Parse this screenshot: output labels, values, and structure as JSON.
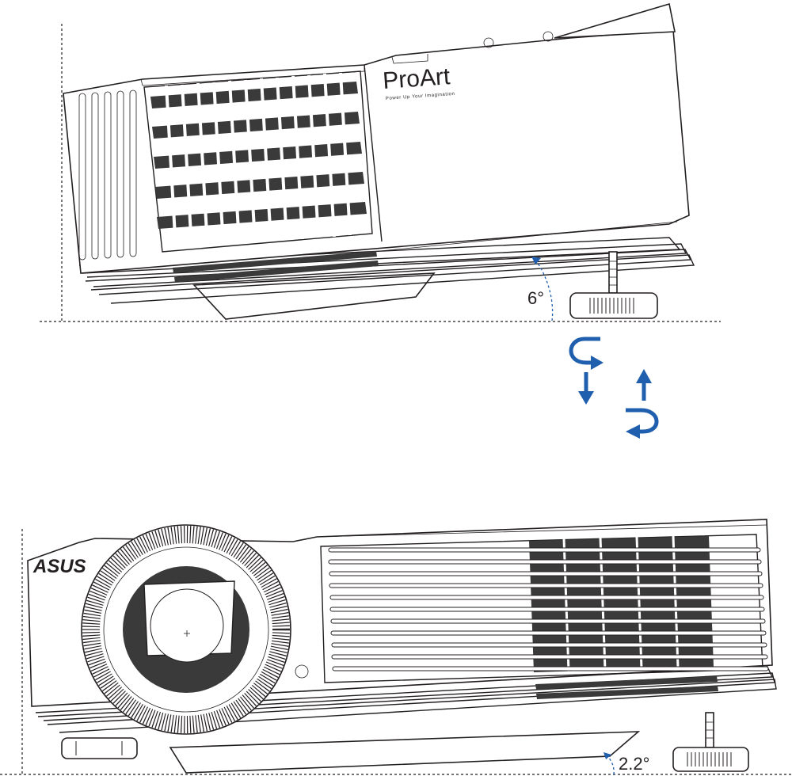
{
  "top_view": {
    "brand_name": "ProArt",
    "brand_tagline": "Power Up Your Imagination",
    "tilt_angle_label": "6°"
  },
  "bottom_view": {
    "brand_name": "ASUS",
    "tilt_angle_label": "2.2°"
  },
  "colors": {
    "line": "#231f20",
    "arrow": "#1f5fae",
    "vent_fill": "#3a3a3a"
  },
  "icons": [
    "rotate-down-arrow-icon",
    "rotate-up-arrow-icon"
  ]
}
